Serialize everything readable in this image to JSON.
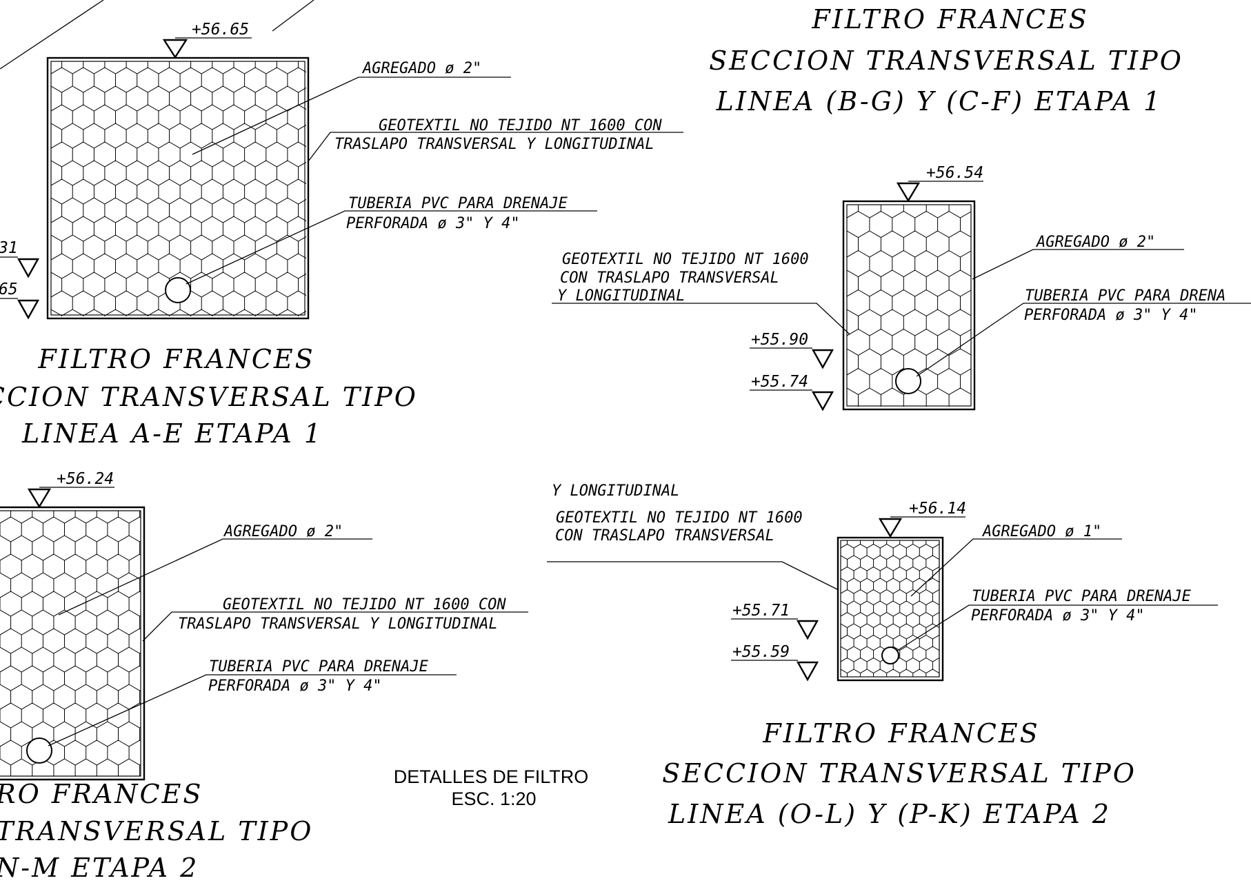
{
  "sections": {
    "s1": {
      "title": [
        "FILTRO  FRANCES",
        "SECCION  TRANSVERSAL  TIPO",
        "LINEA  A-E  ETAPA  1"
      ],
      "elev_top": "+56.65",
      "elev_mid": "31",
      "elev_bot": "65",
      "agregado": "AGREGADO ø 2\"",
      "geotextil": [
        "GEOTEXTIL  NO  TEJIDO  NT  1600  CON",
        "TRASLAPO  TRANSVERSAL  Y  LONGITUDINAL"
      ],
      "tuberia": [
        "TUBERIA  PVC  PARA  DRENAJE",
        "PERFORADA  ø  3\"  Y  4\""
      ]
    },
    "s2": {
      "title": [
        "FILTRO  FRANCES",
        "SECCION  TRANSVERSAL  TIPO",
        "LINEA  (B-G)  Y  (C-F)  ETAPA  1"
      ],
      "elev_top": "+56.54",
      "elev_mid": "+55.90",
      "elev_bot": "+55.74",
      "agregado": "AGREGADO  ø  2\"",
      "geotextil": [
        "GEOTEXTIL  NO  TEJIDO  NT   1600",
        "CON  TRASLAPO  TRANSVERSAL",
        "Y  LONGITUDINAL"
      ],
      "tuberia": [
        "TUBERIA  PVC  PARA  DRENA",
        "PERFORADA  ø  3\"  Y  4\""
      ]
    },
    "s3": {
      "title": [
        "RO  FRANCES",
        "TRANSVERSAL  TIPO",
        "N-M  ETAPA  2"
      ],
      "elev_top": "+56.24",
      "agregado": "AGREGADO  ø  2\"",
      "geotextil": [
        "GEOTEXTIL  NO  TEJIDO  NT  1600  CON",
        "TRASLAPO  TRANSVERSAL  Y  LONGITUDINAL"
      ],
      "tuberia": [
        "TUBERIA  PVC  PARA  DRENAJE",
        "PERFORADA  ø  3\"  Y  4\""
      ]
    },
    "s4": {
      "title": [
        "FILTRO  FRANCES",
        "SECCION  TRANSVERSAL  TIPO",
        "LINEA  (O-L)  Y  (P-K)  ETAPA  2"
      ],
      "elev_top": "+56.14",
      "elev_mid": "+55.71",
      "elev_bot": "+55.59",
      "agregado": "AGREGADO  ø  1\"",
      "geotextil": [
        "Y  LONGITUDINAL",
        "GEOTEXTIL  NO  TEJIDO  NT   1600",
        "CON  TRASLAPO  TRANSVERSAL"
      ],
      "tuberia": [
        "TUBERIA  PVC  PARA  DRENAJE",
        "PERFORADA  ø  3\"  Y  4\""
      ]
    }
  },
  "footer": {
    "title": "DETALLES DE FILTRO",
    "scale": "ESC.  1:20"
  }
}
